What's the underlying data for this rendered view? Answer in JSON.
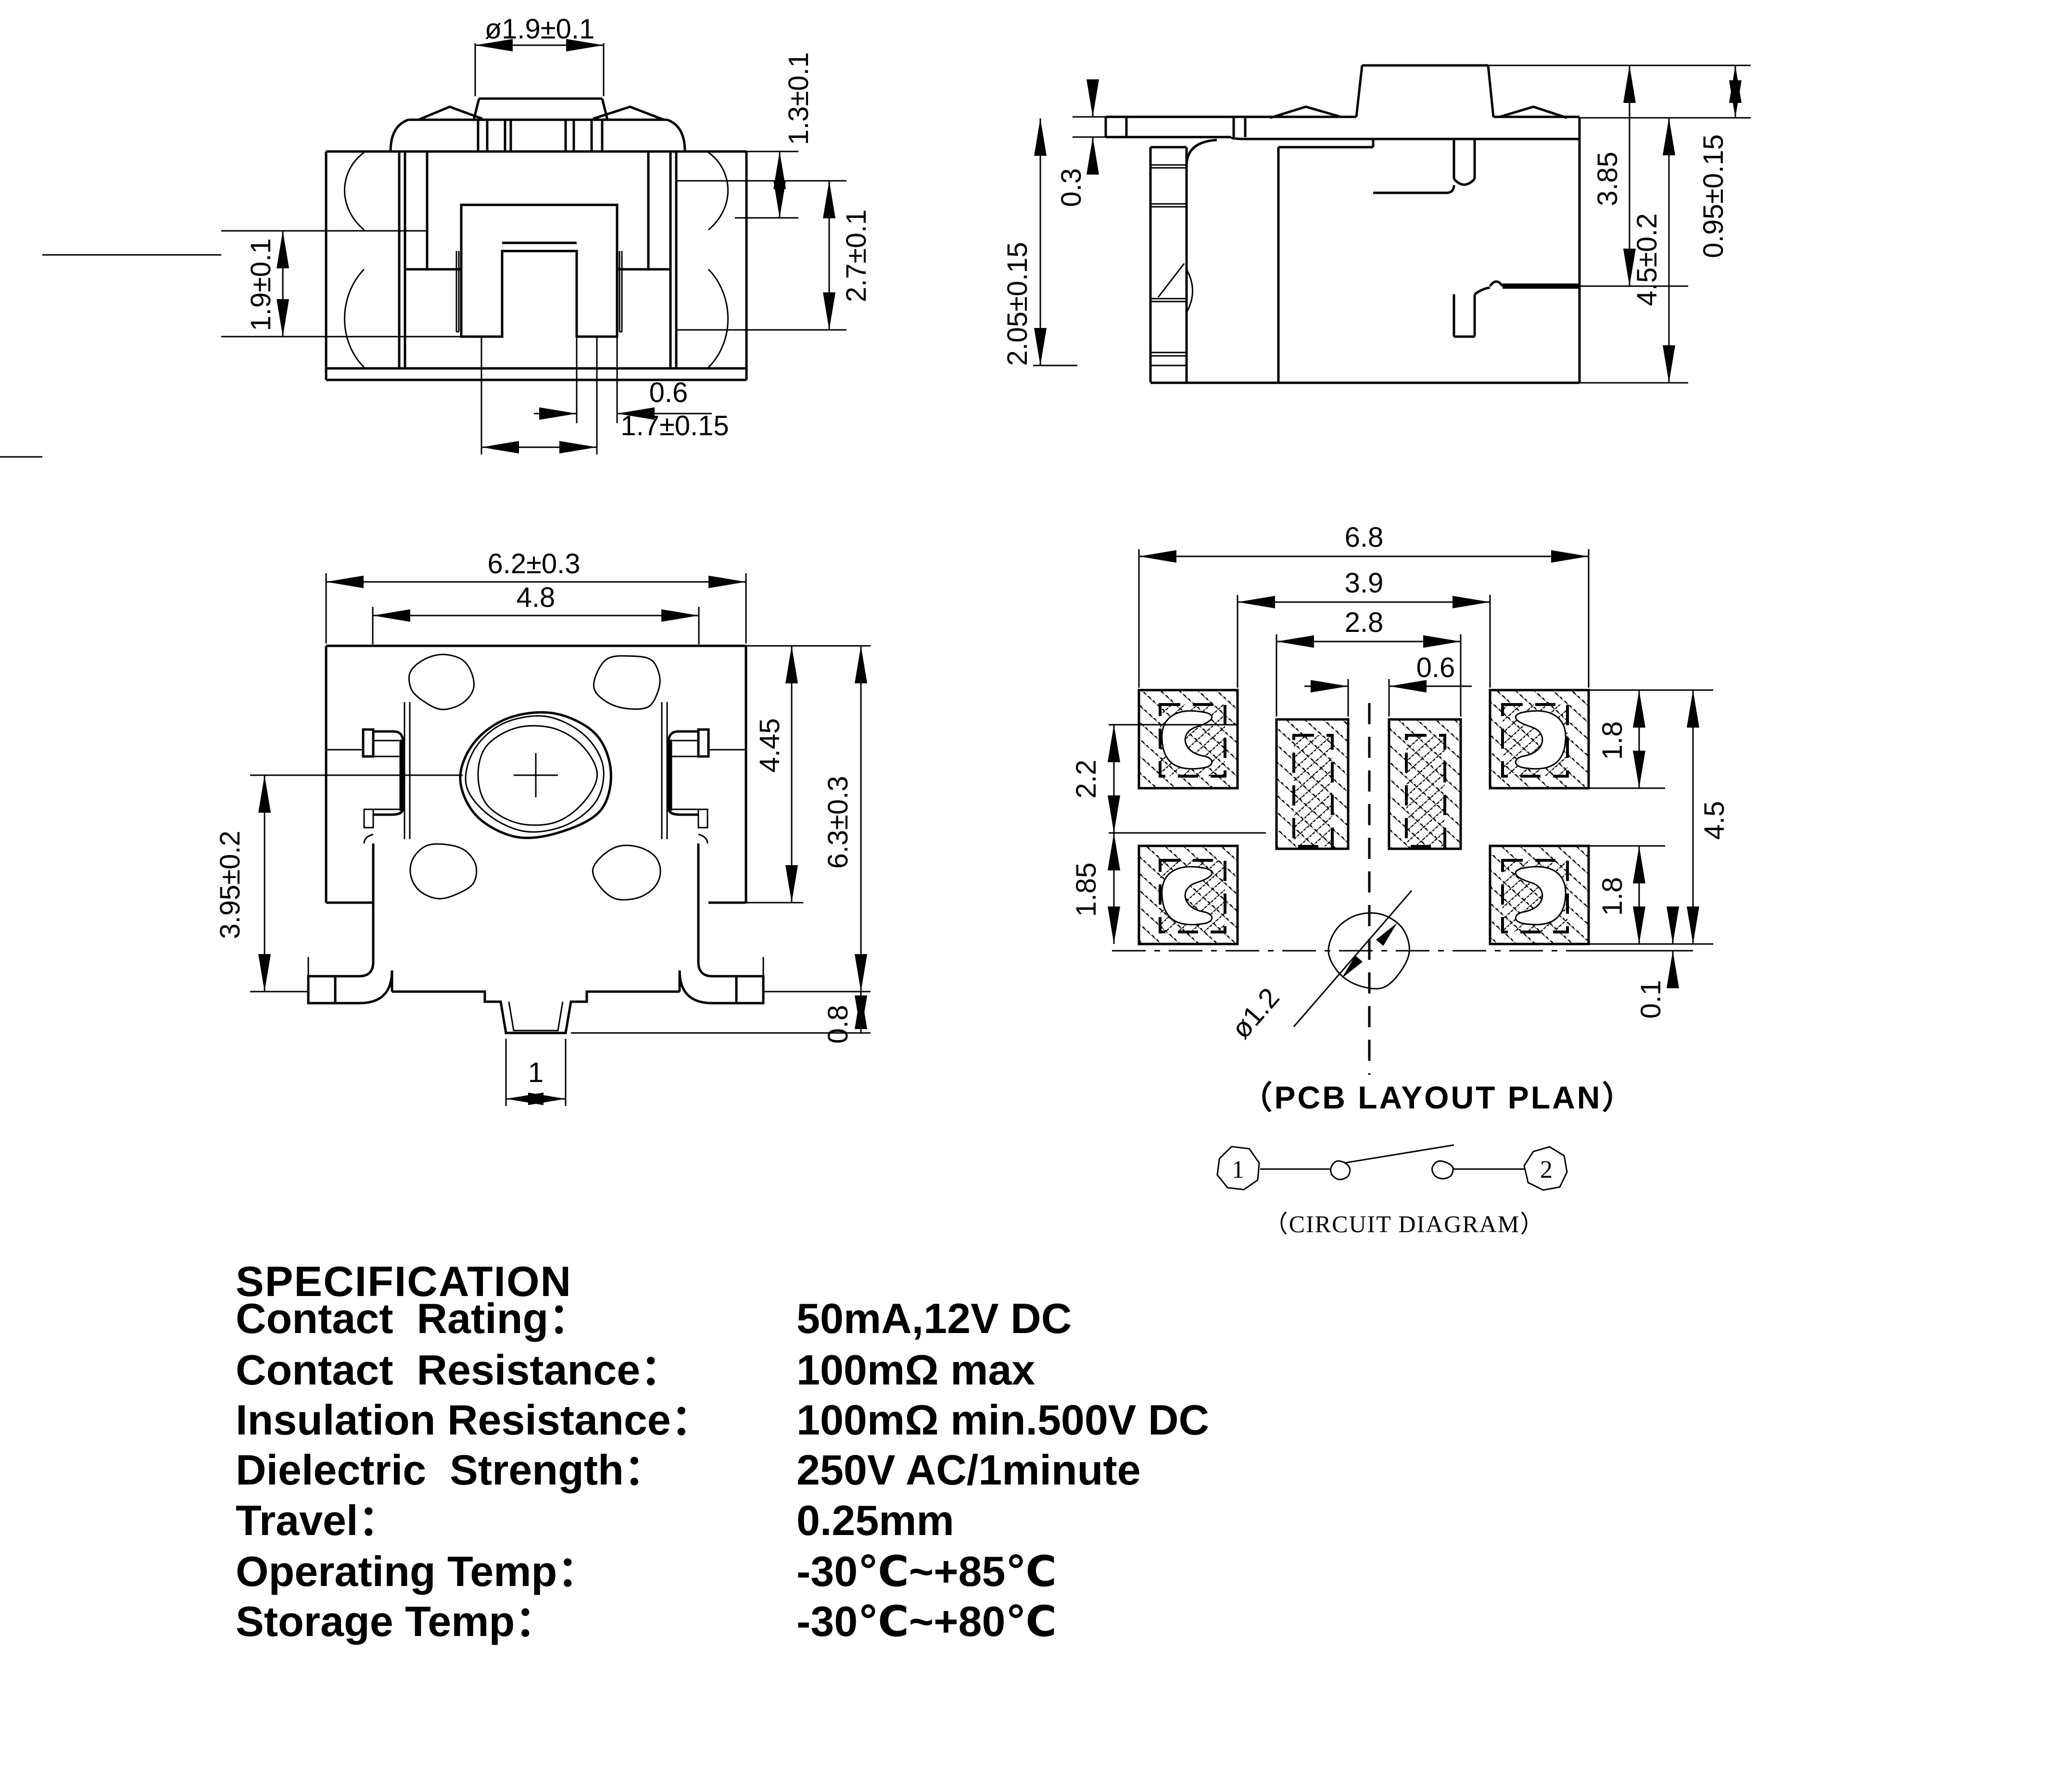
{
  "document": {
    "type": "tact-switch engineering drawing"
  },
  "views": {
    "front": {
      "dims": {
        "stem_dia": "ø1.9±0.1",
        "height_top": "1.3±0.1",
        "height_body": "2.7±0.1",
        "panel_cut": "1.9±0.1",
        "lead_width": "0.6",
        "lead_pitch": "1.7±0.15"
      }
    },
    "side": {
      "dims": {
        "tape_thk": "0.3",
        "pcb_thk": "2.05±0.15",
        "h_seat": "3.85",
        "h_total": "4.5±0.2",
        "h_stem": "0.95±0.15"
      }
    },
    "top": {
      "dims": {
        "body_w": "6.2±0.3",
        "cover_w": "4.8",
        "pad_h": "4.45",
        "body_h": "6.3±0.3",
        "center_off": "3.95±0.2",
        "foot_h": "0.8",
        "tab_w": "1"
      }
    },
    "pcb": {
      "caption": "（PCB LAYOUT PLAN）",
      "dims": {
        "w_total": "6.8",
        "w_outer": "3.9",
        "w_inner": "2.8",
        "gap": "0.6",
        "pad_h1": "1.8",
        "pad_h2": "1.8",
        "row1": "2.2",
        "row2": "1.85",
        "pad_span": "4.5",
        "hole_off": "0.1",
        "hole_dia": "ø1.2"
      }
    },
    "circuit": {
      "caption": "（CIRCUIT DIAGRAM）",
      "pin1": "1",
      "pin2": "2"
    }
  },
  "specification": {
    "title": "SPECIFICATION",
    "rows": [
      {
        "label": "Contact  Rating：",
        "value": "50mA,12V DC"
      },
      {
        "label": "Contact  Resistance：",
        "value": "100mΩ max"
      },
      {
        "label": "Insulation Resistance：",
        "value": "100mΩ min.500V DC"
      },
      {
        "label": "Dielectric  Strength：",
        "value": "250V AC/1minute"
      },
      {
        "label": "Travel：",
        "value": "0.25mm"
      },
      {
        "label": "Operating Temp：",
        "value": "-30℃~+85℃"
      },
      {
        "label": "Storage Temp：",
        "value": "-30℃~+80℃"
      }
    ]
  }
}
